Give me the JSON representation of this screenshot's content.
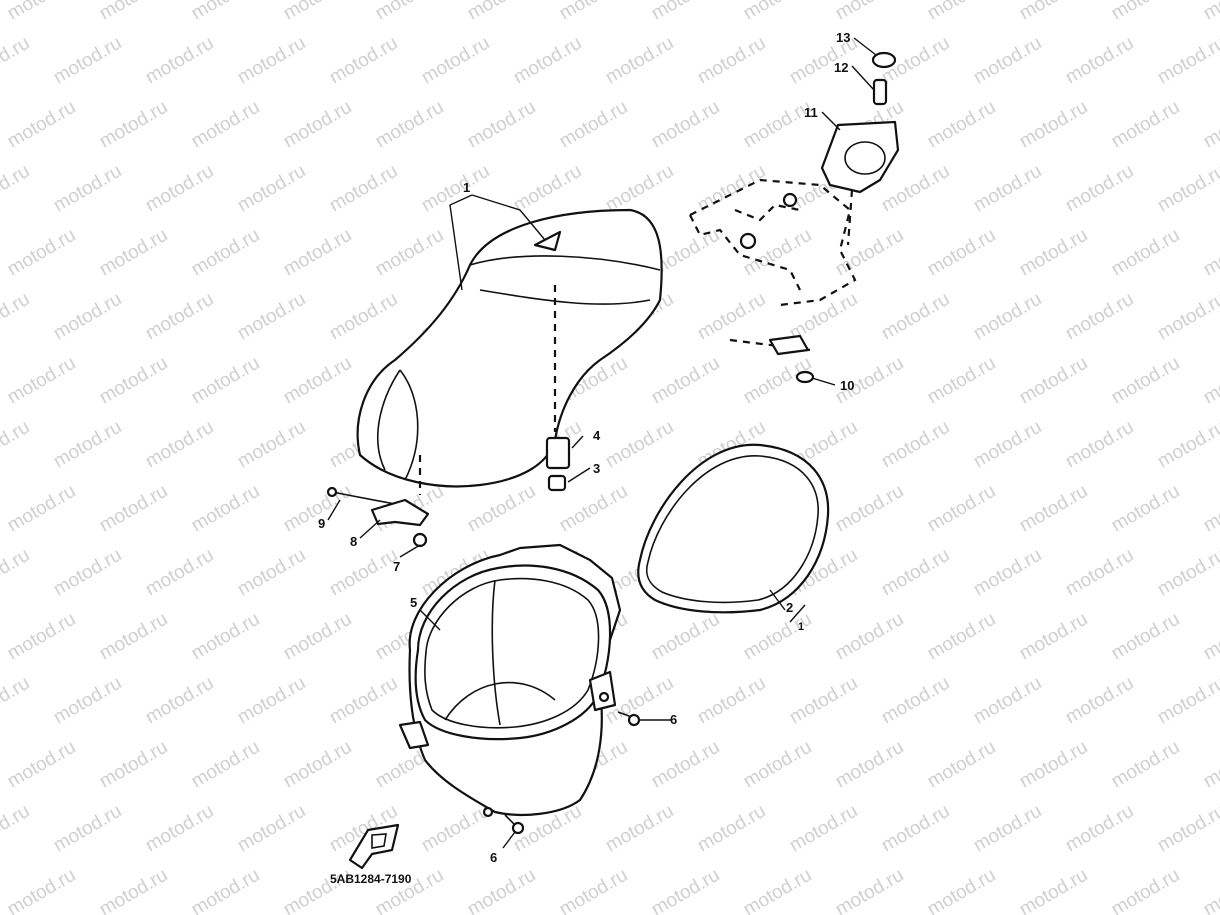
{
  "diagram": {
    "watermark_text": "motod.ru",
    "diagram_code": "5AB1284-7190",
    "callouts": [
      {
        "id": "c1",
        "label": "1"
      },
      {
        "id": "c2",
        "label": "2"
      },
      {
        "id": "c2b",
        "label": "1"
      },
      {
        "id": "c3",
        "label": "3"
      },
      {
        "id": "c4",
        "label": "4"
      },
      {
        "id": "c5",
        "label": "5"
      },
      {
        "id": "c6a",
        "label": "6"
      },
      {
        "id": "c6b",
        "label": "6"
      },
      {
        "id": "c7",
        "label": "7"
      },
      {
        "id": "c8",
        "label": "8"
      },
      {
        "id": "c9",
        "label": "9"
      },
      {
        "id": "c10",
        "label": "10"
      },
      {
        "id": "c11",
        "label": "11"
      },
      {
        "id": "c12",
        "label": "12"
      },
      {
        "id": "c13",
        "label": "13"
      }
    ]
  }
}
